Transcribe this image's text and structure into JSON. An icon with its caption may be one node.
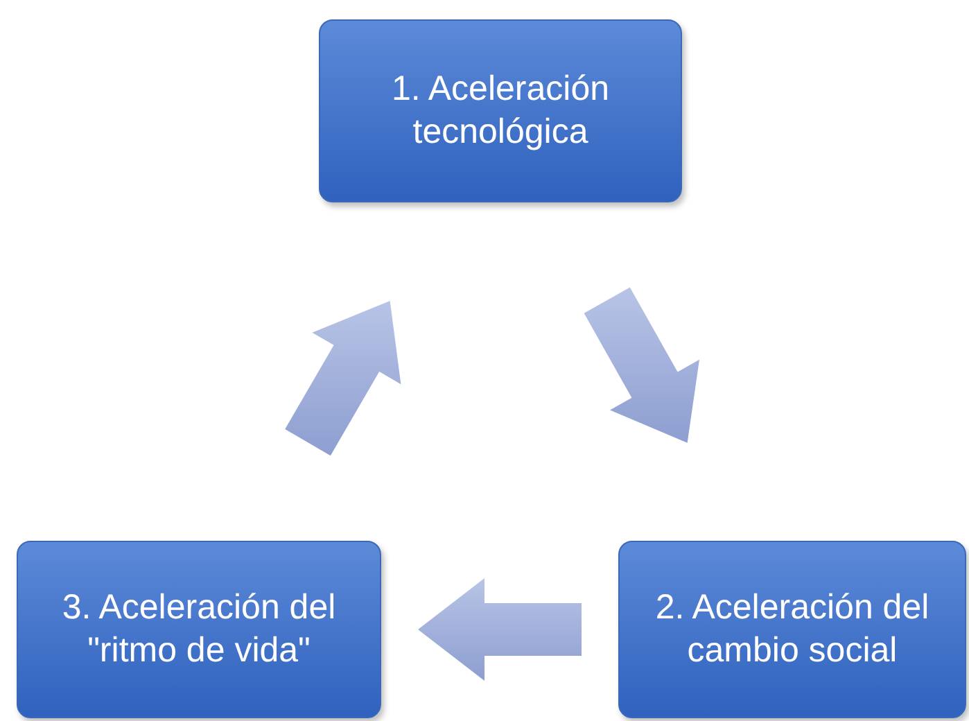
{
  "diagram": {
    "nodes": [
      {
        "text": [
          "1. Aceleración tecnológica"
        ]
      },
      {
        "text": [
          "2. Aceleración del cambio social"
        ]
      },
      {
        "text": [
          "3. Aceleración del \"ritmo de vida\""
        ]
      }
    ],
    "edges": [
      {
        "from": 0,
        "to": 1,
        "arrow": "to",
        "style": "thick"
      },
      {
        "from": 1,
        "to": 2,
        "arrow": "to",
        "style": "thick"
      },
      {
        "from": 2,
        "to": 0,
        "arrow": "to",
        "style": "thick"
      }
    ]
  }
}
